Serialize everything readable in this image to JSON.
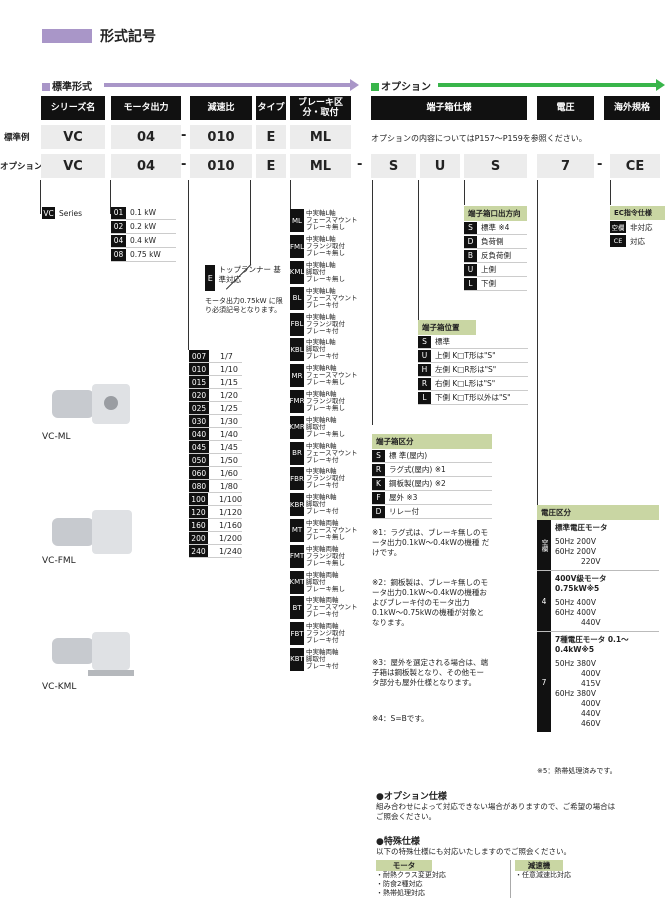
{
  "page_title": "形式記号",
  "sections": {
    "standard": "標準形式",
    "option": "オプション"
  },
  "colors": {
    "standard": "#a996c8",
    "option": "#39b54a",
    "tag_green": "#c9d6a3"
  },
  "headers": [
    "シリーズ名",
    "モータ出力",
    "減速比",
    "タイプ",
    "ブレーキ区分・取付",
    "端子箱仕様",
    "電圧",
    "海外規格"
  ],
  "row_labels": {
    "standard": "標準例",
    "option": "オプション例"
  },
  "standard_row": [
    "VC",
    "04",
    "010",
    "E",
    "ML"
  ],
  "option_row": [
    "VC",
    "04",
    "010",
    "E",
    "ML",
    "S",
    "U",
    "S",
    "7",
    "CE"
  ],
  "option_ref": "オプションの内容についてはP157～P159を参照ください。",
  "series": {
    "code": "VC",
    "label": "Series"
  },
  "motor_output": [
    {
      "code": "01",
      "label": "0.1 kW"
    },
    {
      "code": "02",
      "label": "0.2 kW"
    },
    {
      "code": "04",
      "label": "0.4 kW"
    },
    {
      "code": "08",
      "label": "0.75 kW"
    }
  ],
  "type_e": {
    "code": "E",
    "label": "トップランナー 基準対応",
    "note": "モータ出力0.75kW に限り必須記号となります。"
  },
  "ratios": [
    {
      "code": "007",
      "label": "1/7"
    },
    {
      "code": "010",
      "label": "1/10"
    },
    {
      "code": "015",
      "label": "1/15"
    },
    {
      "code": "020",
      "label": "1/20"
    },
    {
      "code": "025",
      "label": "1/25"
    },
    {
      "code": "030",
      "label": "1/30"
    },
    {
      "code": "040",
      "label": "1/40"
    },
    {
      "code": "045",
      "label": "1/45"
    },
    {
      "code": "050",
      "label": "1/50"
    },
    {
      "code": "060",
      "label": "1/60"
    },
    {
      "code": "080",
      "label": "1/80"
    },
    {
      "code": "100",
      "label": "1/100"
    },
    {
      "code": "120",
      "label": "1/120"
    },
    {
      "code": "160",
      "label": "1/160"
    },
    {
      "code": "200",
      "label": "1/200"
    },
    {
      "code": "240",
      "label": "1/240"
    }
  ],
  "brakes": [
    {
      "code": "ML",
      "label": "中実軸L軸\nフェースマウント\nブレーキ無し"
    },
    {
      "code": "FML",
      "label": "中実軸L軸\nフランジ取付\nブレーキ無し"
    },
    {
      "code": "KML",
      "label": "中実軸L軸\n脚取付\nブレーキ無し"
    },
    {
      "code": "BL",
      "label": "中実軸L軸\nフェースマウント\nブレーキ付"
    },
    {
      "code": "FBL",
      "label": "中実軸L軸\nフランジ取付\nブレーキ付"
    },
    {
      "code": "KBL",
      "label": "中実軸L軸\n脚取付\nブレーキ付"
    },
    {
      "code": "MR",
      "label": "中実軸R軸\nフェースマウント\nブレーキ無し"
    },
    {
      "code": "FMR",
      "label": "中実軸R軸\nフランジ取付\nブレーキ無し"
    },
    {
      "code": "KMR",
      "label": "中実軸R軸\n脚取付\nブレーキ無し"
    },
    {
      "code": "BR",
      "label": "中実軸R軸\nフェースマウント\nブレーキ付"
    },
    {
      "code": "FBR",
      "label": "中実軸R軸\nフランジ取付\nブレーキ付"
    },
    {
      "code": "KBR",
      "label": "中実軸R軸\n脚取付\nブレーキ付"
    },
    {
      "code": "MT",
      "label": "中実軸両軸\nフェースマウント\nブレーキ無し"
    },
    {
      "code": "FMT",
      "label": "中実軸両軸\nフランジ取付\nブレーキ無し"
    },
    {
      "code": "KMT",
      "label": "中実軸両軸\n脚取付\nブレーキ無し"
    },
    {
      "code": "BT",
      "label": "中実軸両軸\nフェースマウント\nブレーキ付"
    },
    {
      "code": "FBT",
      "label": "中実軸両軸\nフランジ取付\nブレーキ付"
    },
    {
      "code": "KBT",
      "label": "中実軸両軸\n脚取付\nブレーキ付"
    }
  ],
  "product_labels": [
    "VC-ML",
    "VC-FML",
    "VC-KML"
  ],
  "outlet_dir": {
    "title": "端子箱口出方向",
    "items": [
      {
        "code": "S",
        "label": "標準 ※4"
      },
      {
        "code": "D",
        "label": "負荷側"
      },
      {
        "code": "B",
        "label": "反負荷側"
      },
      {
        "code": "U",
        "label": "上側"
      },
      {
        "code": "L",
        "label": "下側"
      }
    ]
  },
  "box_pos": {
    "title": "端子箱位置",
    "items": [
      {
        "code": "S",
        "label": "標準"
      },
      {
        "code": "U",
        "label": "上側 K□T形は\"S\""
      },
      {
        "code": "H",
        "label": "左側 K□R形は\"S\""
      },
      {
        "code": "R",
        "label": "右側 K□L形は\"S\""
      },
      {
        "code": "L",
        "label": "下側 K□T形以外は\"S\""
      }
    ]
  },
  "box_type": {
    "title": "端子箱区分",
    "items": [
      {
        "code": "S",
        "label": "標 準(屋内)"
      },
      {
        "code": "R",
        "label": "ラグ式(屋内) ※1"
      },
      {
        "code": "K",
        "label": "鋼板製(屋内) ※2"
      },
      {
        "code": "F",
        "label": "屋外 ※3"
      },
      {
        "code": "D",
        "label": "リレー付"
      }
    ]
  },
  "footnotes": [
    "※1：ラグ式は、ブレーキ無しのモータ出力0.1kW～0.4kWの機種 だけです。",
    "※2：鋼板製は、ブレーキ無しのモータ出力0.1kW～0.4kWの機種およびブレーキ付のモータ出力0.1kW～0.75kWの機種が対象となります。",
    "※3：屋外を選定される場合は、端子箱は鋼板製となり、その他モータ部分も屋外仕様となります。",
    "※4：S=Bです。"
  ],
  "ec": {
    "title": "EC指令仕様",
    "items": [
      {
        "code": "空欄",
        "label": "非対応"
      },
      {
        "code": "CE",
        "label": "対応"
      }
    ]
  },
  "voltage": {
    "title": "電圧区分",
    "groups": [
      {
        "code": "空欄",
        "title": "標準電圧モータ",
        "lines": [
          "50Hz 200V",
          "60Hz 200V",
          "220V"
        ]
      },
      {
        "code": "4",
        "title": "400V級モータ 0.75kW※5",
        "lines": [
          "50Hz 400V",
          "60Hz 400V",
          "440V"
        ]
      },
      {
        "code": "7",
        "title": "7種電圧モータ 0.1～0.4kW※5",
        "lines": [
          "50Hz 380V",
          "400V",
          "415V",
          "60Hz 380V",
          "400V",
          "440V",
          "460V"
        ]
      }
    ],
    "note": "※5：熱帯処理済みです。"
  },
  "option_spec": {
    "title": "●オプション仕様",
    "text": "組み合わせによって対応できない場合がありますので、ご希望の場合はご照会ください。"
  },
  "special_spec": {
    "title": "●特殊仕様",
    "text": "以下の特殊仕様にも対応いたしますのでご照会ください。",
    "motor_title": "モータ",
    "motor_items": [
      "・耐熱クラス変更対応",
      "・防食2種対応",
      "・熱帯処理対応"
    ],
    "reducer_title": "減速機",
    "reducer_items": [
      "・任意減速比対応"
    ]
  }
}
